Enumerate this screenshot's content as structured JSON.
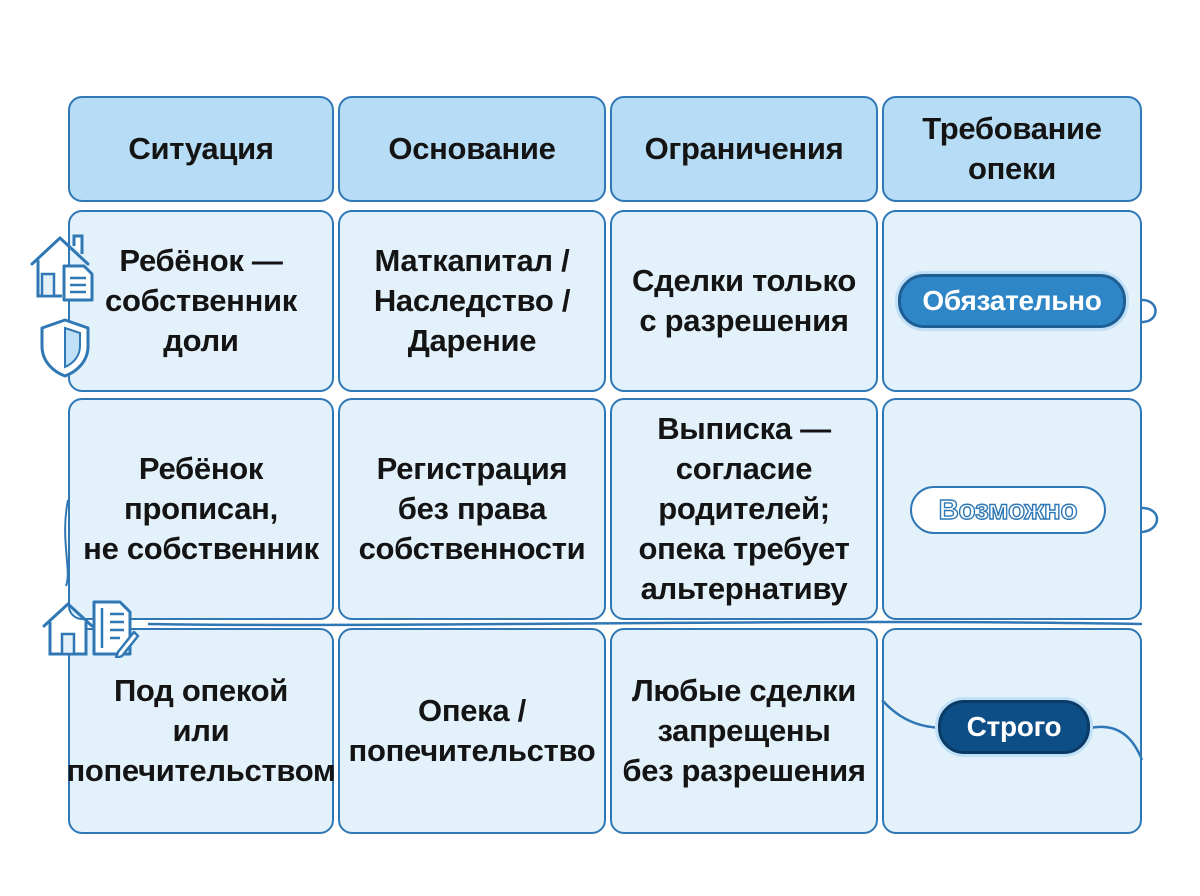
{
  "headers": [
    "Ситуация",
    "Основание",
    "Ограничения",
    "Требование\nопеки"
  ],
  "rows": [
    {
      "situation": "Ребёнок —\nсобственник\nдоли",
      "basis": "Маткапитал /\nНаследство /\nДарение",
      "restrictions": "Сделки только\nс разрешения",
      "requirement": "Обязательно"
    },
    {
      "situation": "Ребёнок\nпрописан,\nне собственник",
      "basis": "Регистрация\nбез права\nсобственности",
      "restrictions": "Выписка —\nсогласие\nродителей;\nопека требует\nальтернативу",
      "requirement": "Возможно"
    },
    {
      "situation": "Под опекой\nили\nпопечительством",
      "basis": "Опека /\nпопечительство",
      "restrictions": "Любые сделки\nзапрещены\nбез разрешения",
      "requirement": "Строго"
    }
  ],
  "colors": {
    "border": "#2f78b5",
    "header_fill": "#b7dcf5",
    "cell_fill": "#e3f1fb",
    "badge_mandatory": "#2e86c6",
    "badge_strict": "#0e4e86"
  },
  "icons": [
    "house-document-icon",
    "shield-icon",
    "house-contract-icon"
  ]
}
